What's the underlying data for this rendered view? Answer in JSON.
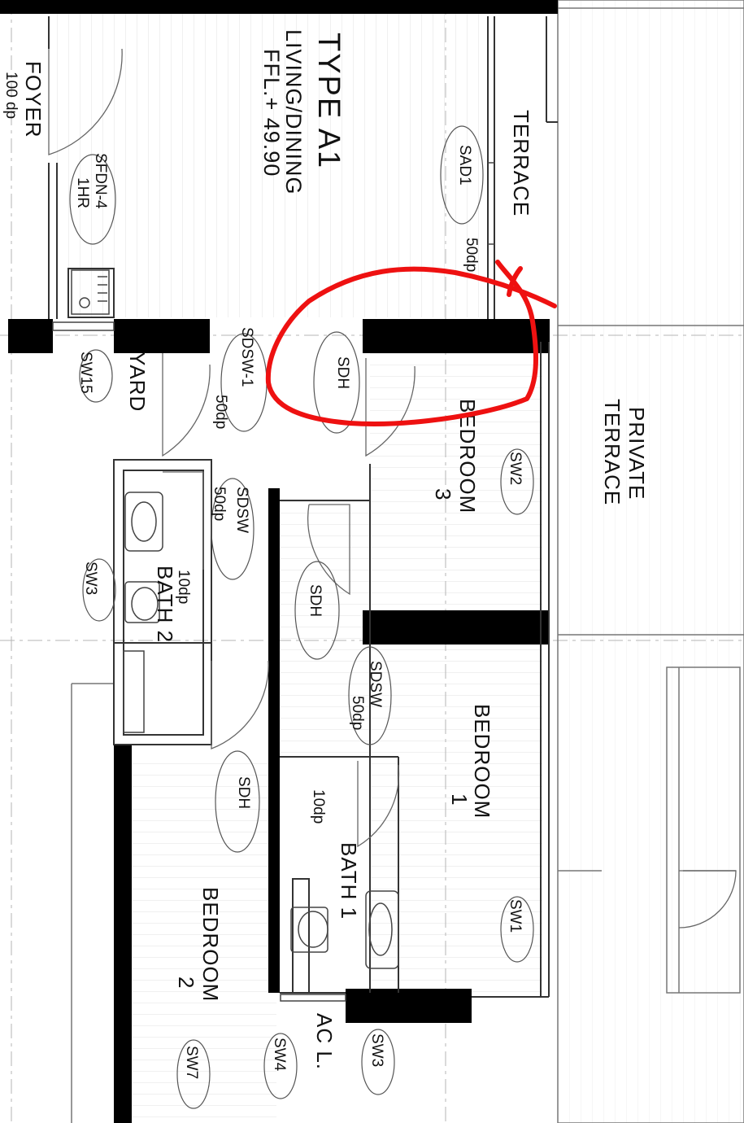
{
  "plan": {
    "title": "TYPE A1",
    "subtitle": "LIVING/DINING",
    "level": "FFL.+ 49.90",
    "rooms": {
      "foyer": "FOYER",
      "foyer_dp": "100 dp",
      "terrace": "TERRACE",
      "private_1": "PRIVATE",
      "private_2": "TERRACE",
      "bedroom3_a": "BEDROOM",
      "bedroom3_b": "3",
      "bedroom1_a": "BEDROOM",
      "bedroom1_b": "1",
      "bedroom2_a": "BEDROOM",
      "bedroom2_b": "2",
      "bath2": "BATH 2",
      "bath1": "BATH 1",
      "yard": "YARD",
      "acl": "AC L."
    },
    "tags": {
      "sfdn_a": "SFDN-4",
      "sfdn_b": "1HR",
      "sad1": "SAD1",
      "sdh_top": "SDH",
      "sdh_mid": "SDH",
      "sdh_bottom": "SDH",
      "sdsw1": "SDSW-1",
      "sdsw_a": "SDSW",
      "sdsw_b": "SDSW",
      "sw15": "SW15",
      "sw3_left": "SW3",
      "sw2": "SW2",
      "sw1": "SW1",
      "sw3_bottom": "SW3",
      "sw4": "SW4",
      "sw7": "SW7"
    },
    "drops": {
      "terrace_dp": "50dp",
      "sdsw1_dp": "50dp",
      "sdsw_a_dp": "50dp",
      "bath2_dp": "10dp",
      "sdsw_b_dp": "50dp",
      "bath1_dp": "10dp"
    },
    "colors": {
      "wall": "#000000",
      "line": "#555555",
      "grid": "#b5b5b5",
      "markup": "#ee1111"
    }
  }
}
